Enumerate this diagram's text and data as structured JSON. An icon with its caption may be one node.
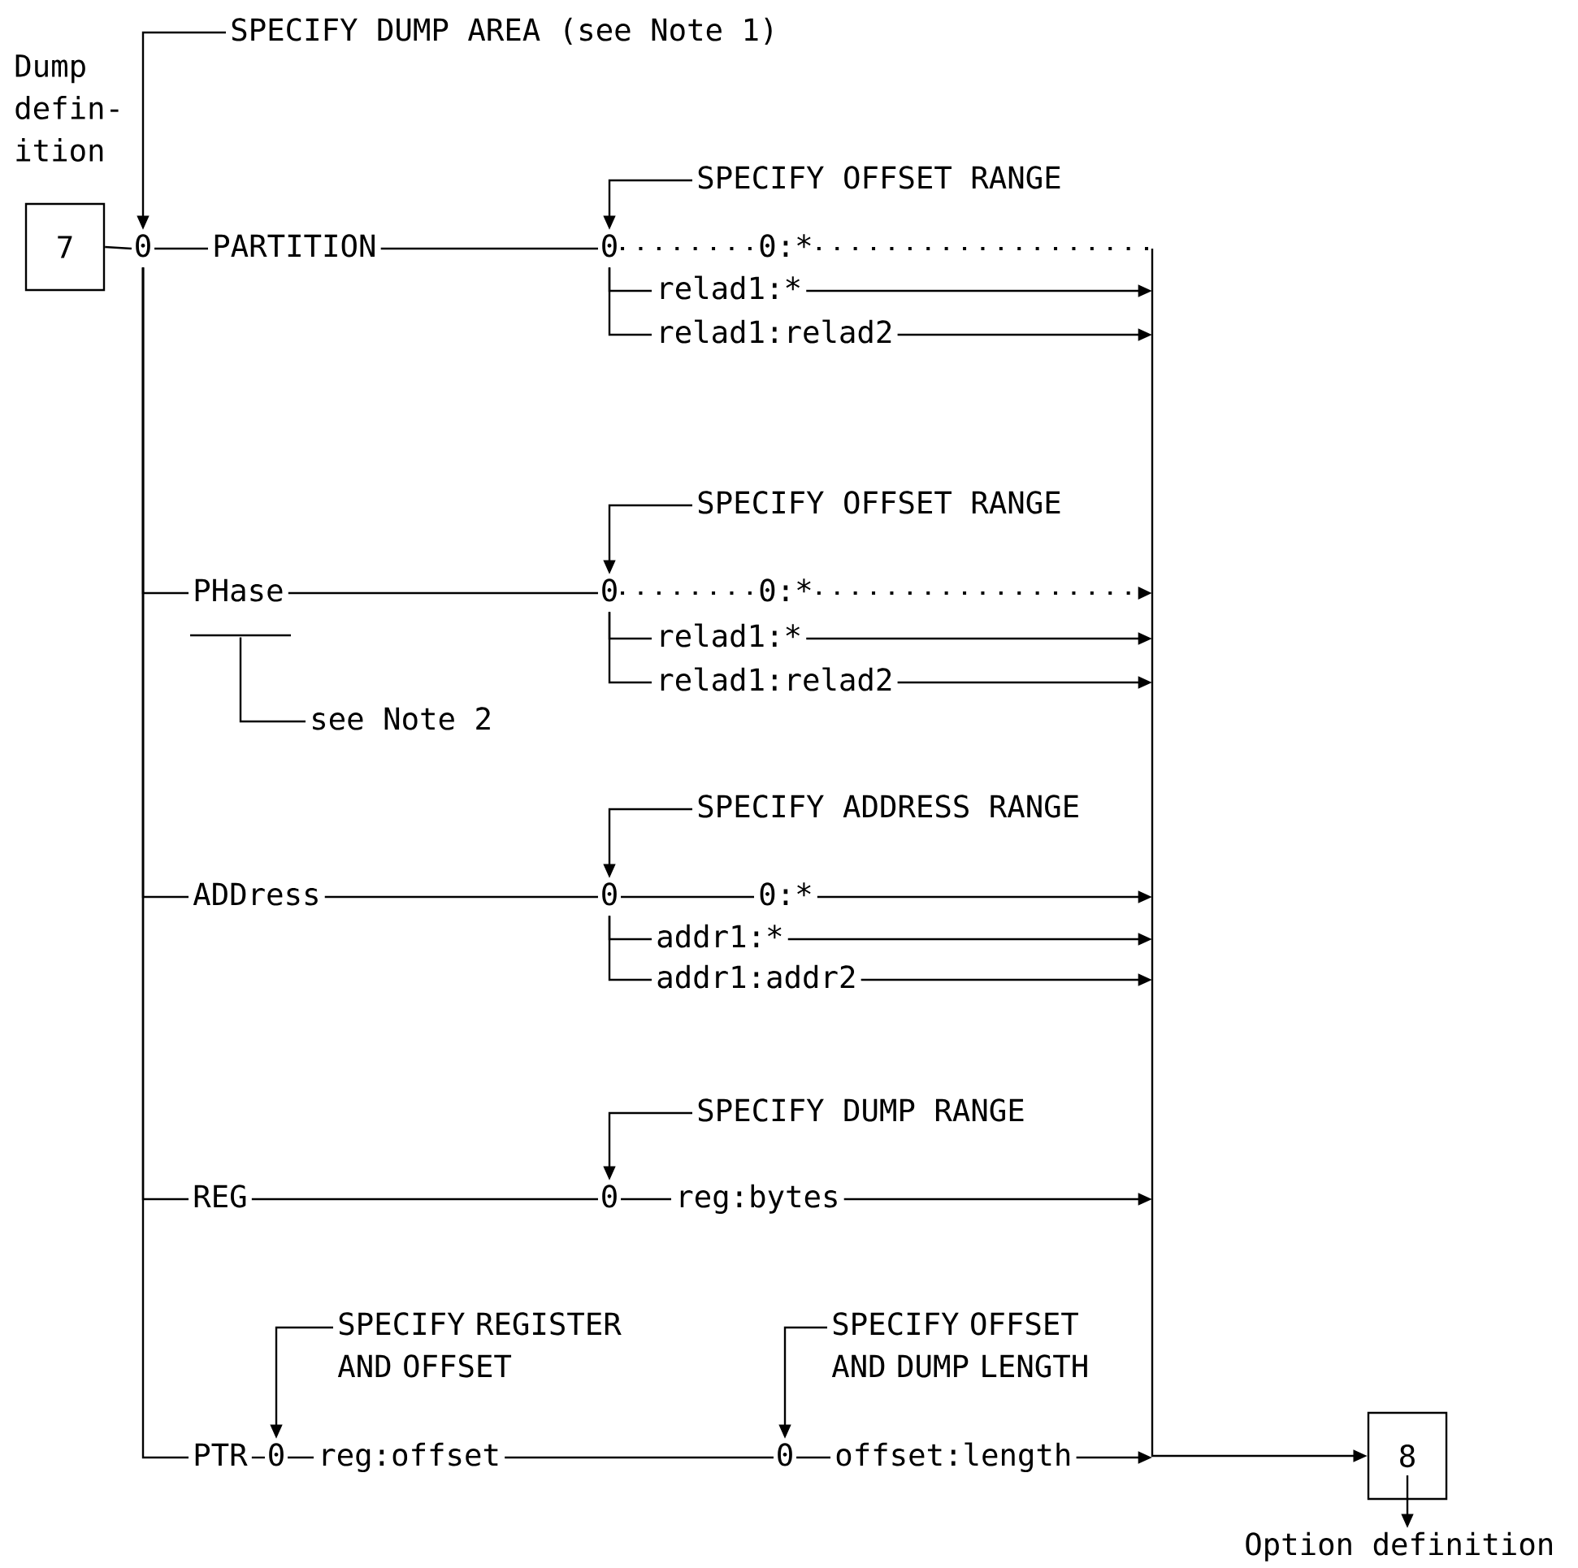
{
  "diagram": {
    "nodes": [
      {
        "text": [
          "7"
        ],
        "beside": [
          "Dump defin- ition"
        ]
      },
      {
        "text": [
          "0"
        ]
      },
      {
        "text": [
          "SPECIFY DUMP AREA (see Note 1)"
        ]
      },
      {
        "text": [
          "PARTITION"
        ]
      },
      {
        "text": [
          "SPECIFY OFFSET RANGE"
        ]
      },
      {
        "text": [
          "0"
        ]
      },
      {
        "text": [
          "0:*"
        ]
      },
      {
        "text": [
          "relad1:*"
        ]
      },
      {
        "text": [
          "relad1:relad2"
        ]
      },
      {
        "text": [
          "PHase"
        ]
      },
      {
        "text": [],
        "shape": "bar"
      },
      {
        "text": [
          "see Note 2"
        ]
      },
      {
        "text": [
          "SPECIFY OFFSET RANGE"
        ]
      },
      {
        "text": [
          "0"
        ]
      },
      {
        "text": [
          "0:*"
        ]
      },
      {
        "text": [
          "relad1:*"
        ]
      },
      {
        "text": [
          "relad1:relad2"
        ]
      },
      {
        "text": [
          "ADDress"
        ]
      },
      {
        "text": [
          "SPECIFY ADDRESS RANGE"
        ]
      },
      {
        "text": [
          "0"
        ]
      },
      {
        "text": [
          "0:*"
        ]
      },
      {
        "text": [
          "addr1:*"
        ]
      },
      {
        "text": [
          "addr1:addr2"
        ]
      },
      {
        "text": [
          "REG"
        ]
      },
      {
        "text": [
          "SPECIFY DUMP RANGE"
        ]
      },
      {
        "text": [
          "0"
        ]
      },
      {
        "text": [
          "reg:bytes"
        ]
      },
      {
        "text": [
          "PTR"
        ]
      },
      {
        "text": [
          "0"
        ]
      },
      {
        "text": [
          "SPECIFY REGISTER AND OFFSET"
        ]
      },
      {
        "text": [
          "reg:offset"
        ]
      },
      {
        "text": [
          "0"
        ]
      },
      {
        "text": [
          "SPECIFY OFFSET AND DUMP LENGTH"
        ]
      },
      {
        "text": [
          "offset:length"
        ]
      },
      {
        "text": [
          "8"
        ]
      },
      {
        "text": [
          "Option definition"
        ]
      }
    ],
    "edges": [
      {
        "from": 0,
        "to": 1,
        "arrow": "none"
      },
      {
        "from": 2,
        "to": 1,
        "arrow": "to"
      },
      {
        "from": 1,
        "to": 3,
        "arrow": "none"
      },
      {
        "from": 3,
        "to": 5,
        "arrow": "none"
      },
      {
        "from": 4,
        "to": 5,
        "arrow": "to"
      },
      {
        "from": 5,
        "to": 6,
        "arrow": "none",
        "style": "dashed"
      },
      {
        "from": 6,
        "to": null,
        "arrow": "none",
        "style": "dashed"
      },
      {
        "from": 5,
        "to": 7,
        "arrow": "none"
      },
      {
        "from": 7,
        "to": null,
        "arrow": "to"
      },
      {
        "from": 5,
        "to": 8,
        "arrow": "none"
      },
      {
        "from": 8,
        "to": null,
        "arrow": "to"
      },
      {
        "from": 1,
        "to": 9,
        "arrow": "none"
      },
      {
        "from": 11,
        "to": 10,
        "arrow": "none"
      },
      {
        "from": 9,
        "to": 13,
        "arrow": "none"
      },
      {
        "from": 12,
        "to": 13,
        "arrow": "to"
      },
      {
        "from": 13,
        "to": 14,
        "arrow": "none",
        "style": "dashed"
      },
      {
        "from": 14,
        "to": null,
        "arrow": "to",
        "style": "dashed"
      },
      {
        "from": 13,
        "to": 15,
        "arrow": "none"
      },
      {
        "from": 15,
        "to": null,
        "arrow": "to"
      },
      {
        "from": 13,
        "to": 16,
        "arrow": "none"
      },
      {
        "from": 16,
        "to": null,
        "arrow": "to"
      },
      {
        "from": 1,
        "to": 17,
        "arrow": "none"
      },
      {
        "from": 17,
        "to": 19,
        "arrow": "none"
      },
      {
        "from": 18,
        "to": 19,
        "arrow": "to"
      },
      {
        "from": 19,
        "to": 20,
        "arrow": "none"
      },
      {
        "from": 20,
        "to": null,
        "arrow": "to"
      },
      {
        "from": 19,
        "to": 21,
        "arrow": "none"
      },
      {
        "from": 21,
        "to": null,
        "arrow": "to"
      },
      {
        "from": 19,
        "to": 22,
        "arrow": "none"
      },
      {
        "from": 22,
        "to": null,
        "arrow": "to"
      },
      {
        "from": 1,
        "to": 23,
        "arrow": "none"
      },
      {
        "from": 23,
        "to": 25,
        "arrow": "none"
      },
      {
        "from": 24,
        "to": 25,
        "arrow": "to"
      },
      {
        "from": 25,
        "to": 26,
        "arrow": "none"
      },
      {
        "from": 26,
        "to": null,
        "arrow": "to"
      },
      {
        "from": 1,
        "to": 27,
        "arrow": "none"
      },
      {
        "from": 27,
        "to": 28,
        "arrow": "none"
      },
      {
        "from": 29,
        "to": 28,
        "arrow": "to"
      },
      {
        "from": 28,
        "to": 30,
        "arrow": "none"
      },
      {
        "from": 30,
        "to": 31,
        "arrow": "none"
      },
      {
        "from": 32,
        "to": 31,
        "arrow": "to"
      },
      {
        "from": 31,
        "to": 33,
        "arrow": "none"
      },
      {
        "from": 33,
        "to": null,
        "arrow": "to"
      },
      {
        "from": null,
        "to": 34,
        "arrow": "to"
      },
      {
        "from": 34,
        "to": 35,
        "arrow": "to"
      }
    ]
  }
}
